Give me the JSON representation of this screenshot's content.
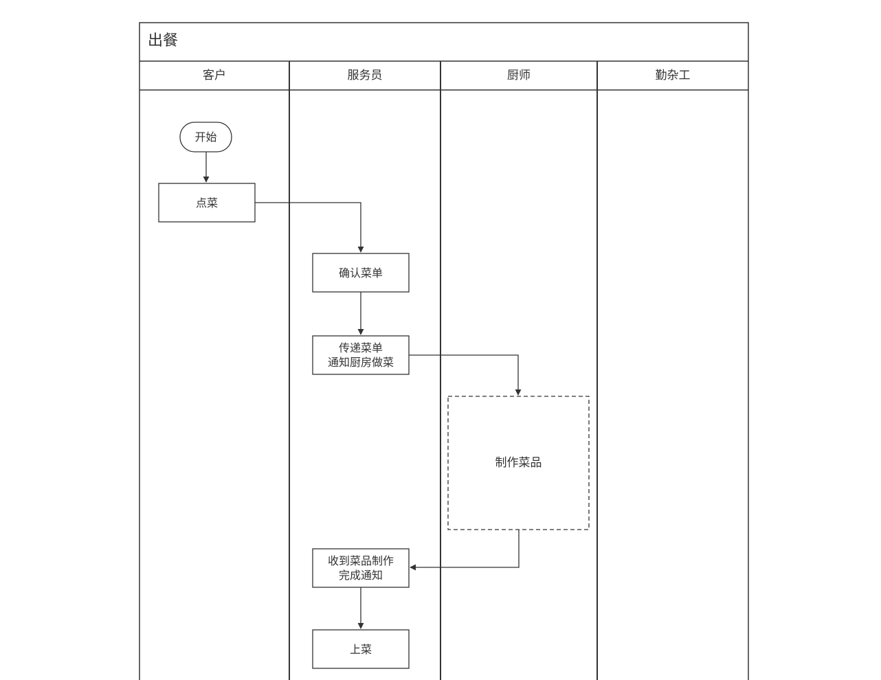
{
  "pool": {
    "title": "出餐"
  },
  "lanes": [
    "客户",
    "服务员",
    "厨师",
    "勤杂工"
  ],
  "nodes": {
    "start": "开始",
    "order": "点菜",
    "confirm": "确认菜单",
    "pass": "传递菜单\n通知厨房做菜",
    "cook": "制作菜品",
    "receive": "收到菜品制作\n完成通知",
    "serve": "上菜"
  },
  "colors": {
    "stroke": "#333333",
    "text": "#333333",
    "background": "#ffffff"
  }
}
